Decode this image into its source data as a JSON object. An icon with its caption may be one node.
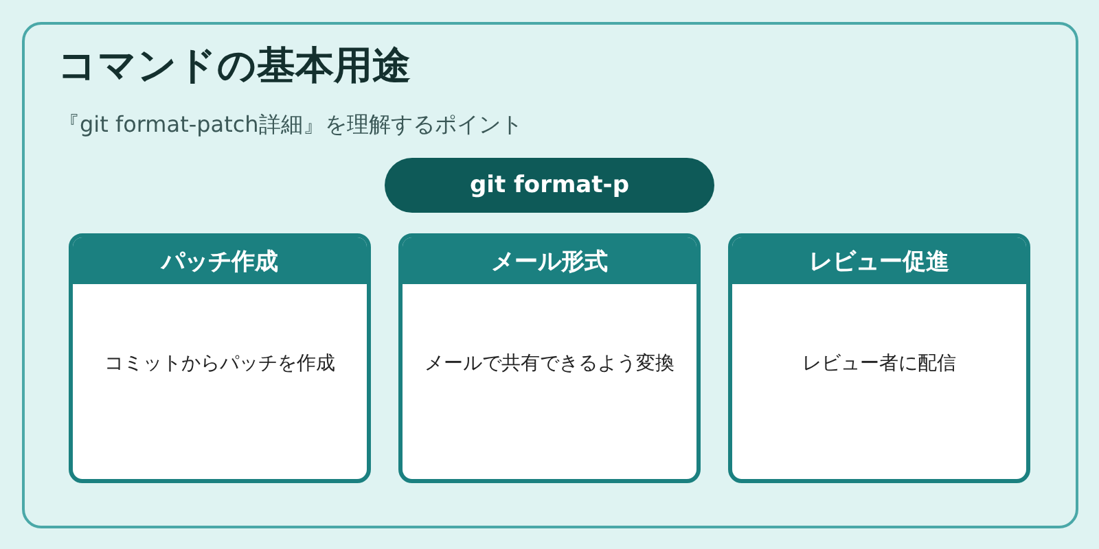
{
  "diagram": {
    "nodes": [
      {
        "text": [
          "コマンドの基本用途",
          "『git format-patch詳細』を理解するポイント"
        ]
      },
      {
        "text": [
          "git format-p"
        ],
        "in": 0
      },
      {
        "text": [
          "パッチ作成",
          "コミットからパッチを作成"
        ],
        "in": 0
      },
      {
        "text": [
          "メール形式",
          "メールで共有できるよう変換"
        ],
        "in": 0
      },
      {
        "text": [
          "レビュー促進",
          "レビュー者に配信"
        ],
        "in": 0
      }
    ]
  }
}
